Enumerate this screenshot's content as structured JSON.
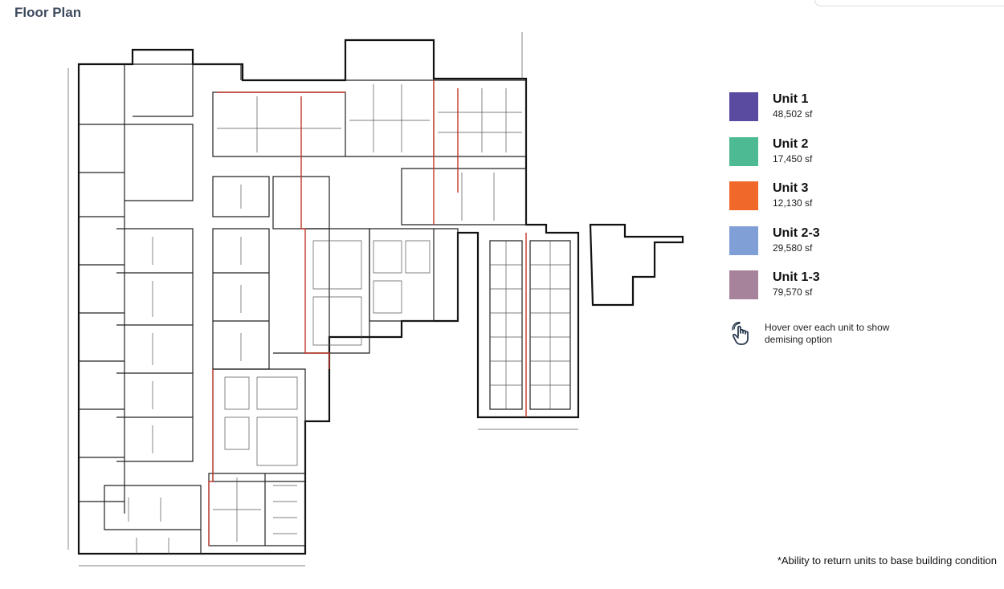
{
  "header": {
    "title": "Floor Plan"
  },
  "legend": {
    "units": [
      {
        "name": "Unit 1",
        "size": "48,502 sf",
        "color": "#5a4aa0"
      },
      {
        "name": "Unit 2",
        "size": "17,450 sf",
        "color": "#4dba94"
      },
      {
        "name": "Unit 3",
        "size": "12,130 sf",
        "color": "#f0692b"
      },
      {
        "name": "Unit 2-3",
        "size": "29,580 sf",
        "color": "#7f9fd6"
      },
      {
        "name": "Unit 1-3",
        "size": "79,570 sf",
        "color": "#a7829b"
      }
    ]
  },
  "hint": {
    "icon": "hand-pointer-icon",
    "text": "Hover over each unit to show demising option"
  },
  "footnote": "*Ability to return units to base building condition"
}
